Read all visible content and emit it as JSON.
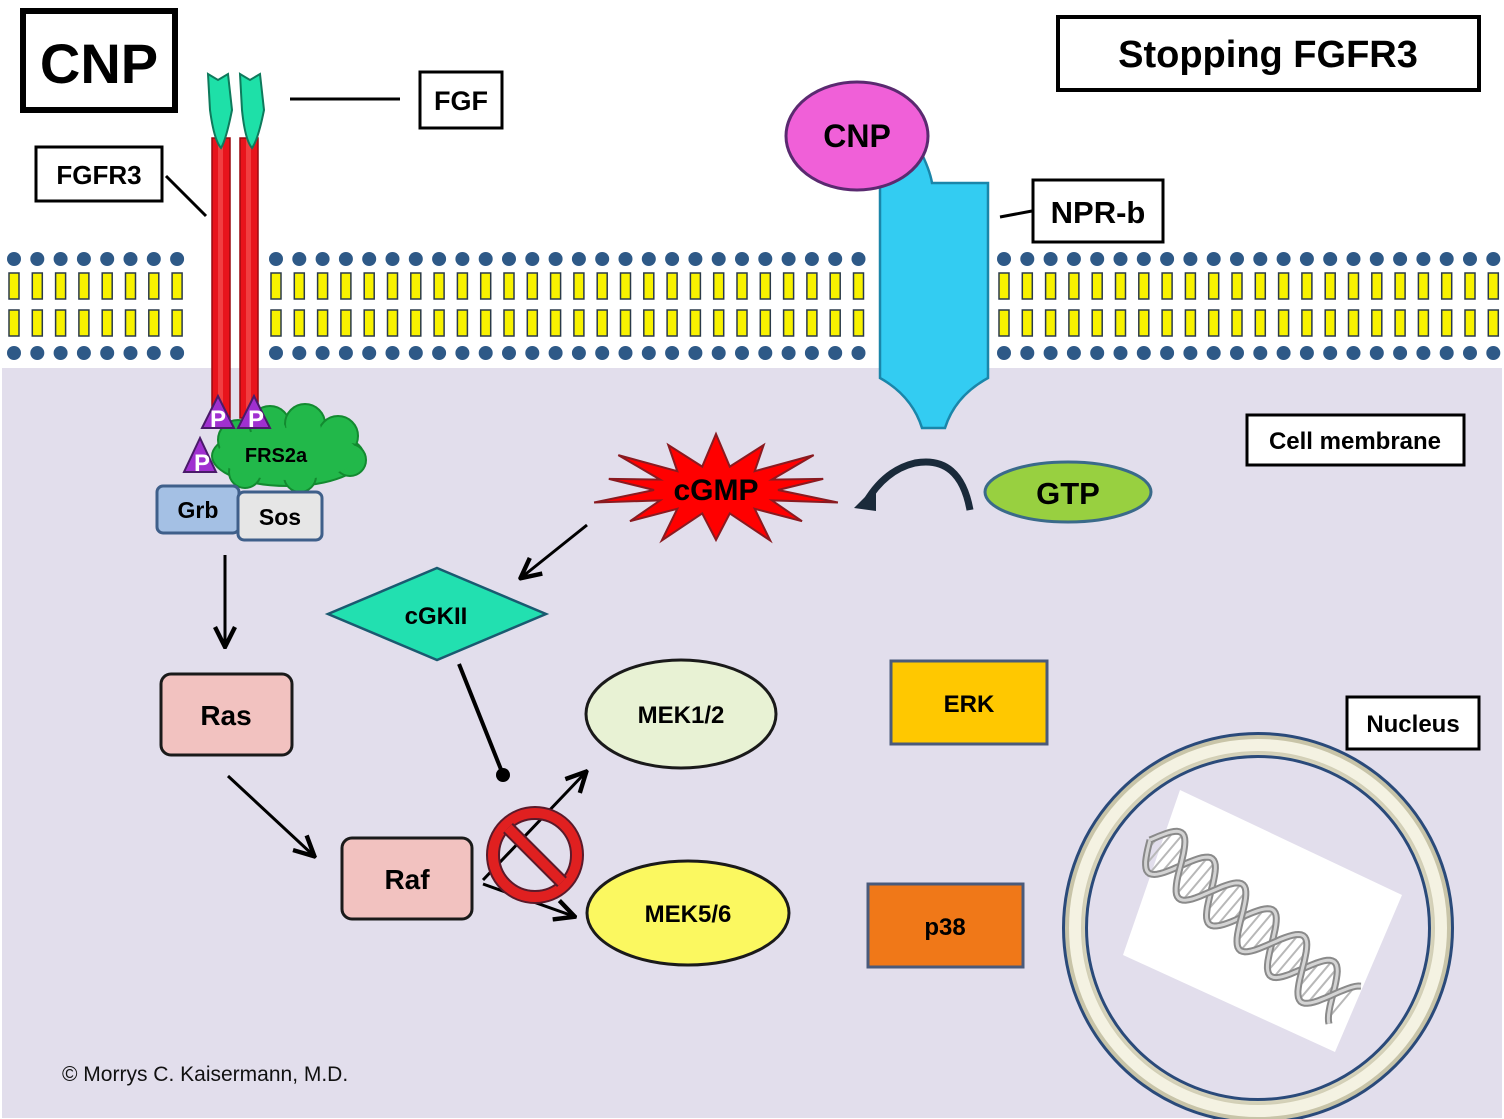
{
  "title_box": "CNP",
  "header_box": "Stopping FGFR3",
  "labels": {
    "fgf": "FGF",
    "fgfr3": "FGFR3",
    "cnp_ligand": "CNP",
    "npr_b": "NPR-b",
    "cell_membrane": "Cell membrane",
    "nucleus": "Nucleus",
    "copyright": "© Morrys C. Kaisermann, M.D."
  },
  "nodes": {
    "frs2a": "FRS2a",
    "grb": "Grb",
    "sos": "Sos",
    "ras": "Ras",
    "raf": "Raf",
    "cgmp": "cGMP",
    "gtp": "GTP",
    "cgkii": "cGKII",
    "mek12": "MEK1/2",
    "mek56": "MEK5/6",
    "erk": "ERK",
    "p38": "p38",
    "phospho": "P"
  },
  "colors": {
    "receptor_red": "#e8141c",
    "fgf_teal": "#1ee0a8",
    "npr_blue": "#33ccf2",
    "cnp_pink": "#f060d8",
    "cgkii_teal": "#22e0b0",
    "frs2a_green": "#22b84a",
    "cytoplasm": "#e2deec",
    "membrane_dot": "#2e5987",
    "membrane_tail": "#f8f200",
    "ras_pink": "#f2c2c0",
    "grb_blue": "#a4c0e4",
    "sos_gray": "#e6e6e6",
    "gtp_green": "#98d040",
    "mek12_green": "#e8f2d4",
    "mek56_yellow": "#fbf860",
    "erk_gold": "#ffc800",
    "p38_orange": "#f07818",
    "cgmp_red": "#ff0000",
    "phospho_purple": "#a030d0",
    "inhibit_red": "#e02020"
  },
  "icons": {
    "inhibition": "no-entry-icon",
    "dna": "dna-helix-icon",
    "curved_arrow": "curved-arrow-icon"
  }
}
